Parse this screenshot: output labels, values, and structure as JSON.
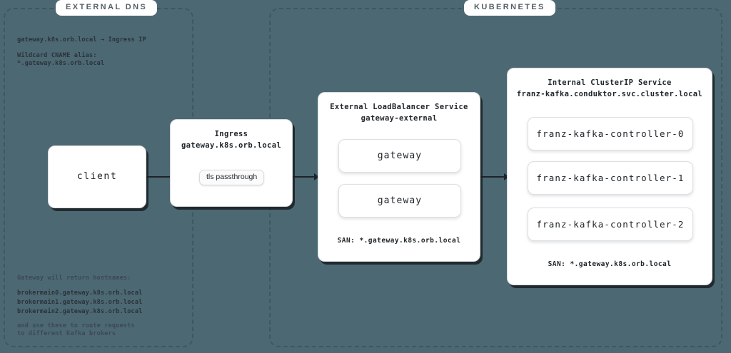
{
  "zones": [
    {
      "label": "EXTERNAL  DNS"
    },
    {
      "label": "KUBERNETES"
    }
  ],
  "dns_notes": {
    "mapping": "gateway.k8s.orb.local → Ingress IP",
    "wildcard_title": "Wildcard CNAME alias:",
    "wildcard_value": "*.gateway.k8s.orb.local"
  },
  "broker_notes": {
    "intro": "Gateway will return hostnames:",
    "hosts": [
      "brokermain0.gateway.k8s.orb.local",
      "brokermain1.gateway.k8s.orb.local",
      "brokermain2.gateway.k8s.orb.local"
    ],
    "outro_line1": "and use these to route requests",
    "outro_line2": "to different Kafka brokers"
  },
  "client": {
    "label": "client"
  },
  "ingress": {
    "title": "Ingress\ngateway.k8s.orb.local"
  },
  "connectors": {
    "tls_label": "tls passthrough"
  },
  "loadbalancer": {
    "title": "External LoadBalancer Service\ngateway-external",
    "pods": [
      {
        "label": "gateway"
      },
      {
        "label": "gateway"
      }
    ],
    "san": "SAN: *.gateway.k8s.orb.local"
  },
  "clusterip": {
    "title": "Internal ClusterIP Service\nfranz-kafka.conduktor.svc.cluster.local",
    "pods": [
      {
        "label": "franz-kafka-controller-0"
      },
      {
        "label": "franz-kafka-controller-1"
      },
      {
        "label": "franz-kafka-controller-2"
      }
    ],
    "san": "SAN: *.gateway.k8s.orb.local"
  },
  "colors": {
    "background": "#4c6873",
    "zone_border": "#3e5862",
    "node_fill": "#ffffff",
    "text": "#20262b",
    "connector": "#1d2429"
  }
}
